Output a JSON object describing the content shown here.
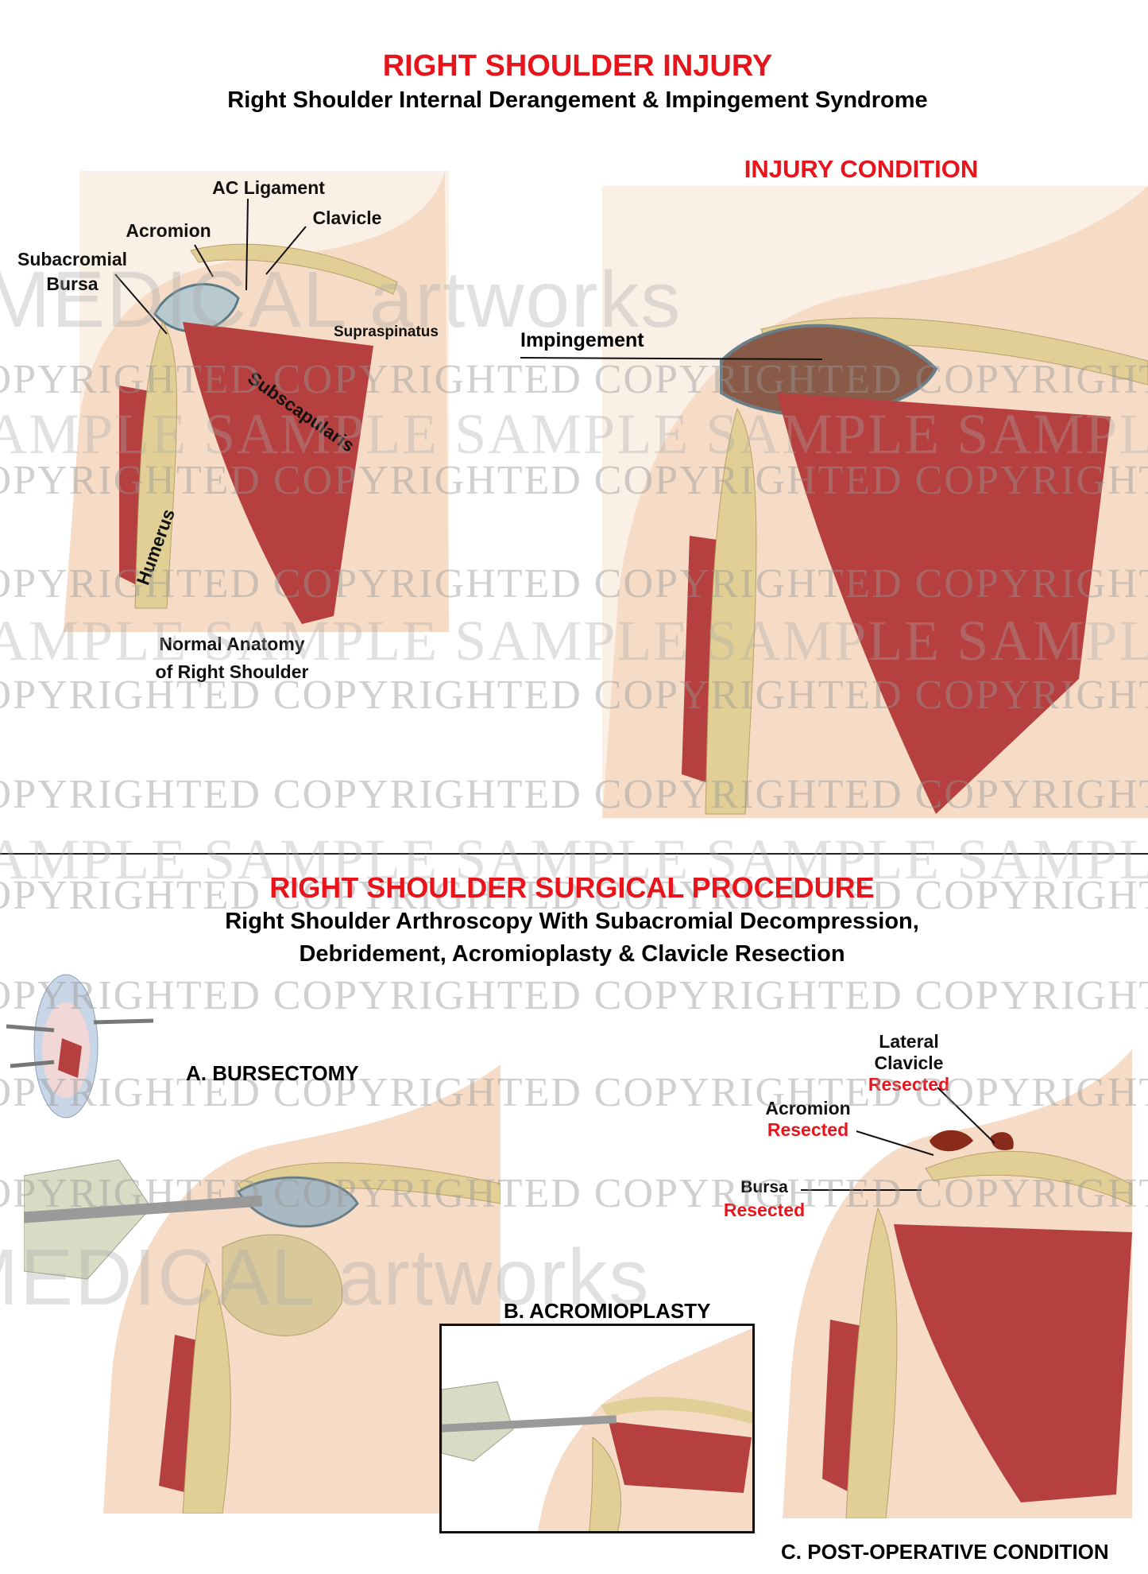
{
  "injury": {
    "title": "RIGHT SHOULDER INJURY",
    "subtitle": "Right Shoulder Internal Derangement & Impingement Syndrome",
    "condition_heading": "INJURY CONDITION",
    "normal_labels": {
      "ac_ligament": "AC Ligament",
      "clavicle": "Clavicle",
      "acromion": "Acromion",
      "subacromial": "Subacromial",
      "bursa": "Bursa",
      "supraspinatus": "Supraspinatus",
      "subscapularis": "Subscapularis",
      "humerus": "Humerus",
      "caption_line1": "Normal Anatomy",
      "caption_line2": "of Right Shoulder"
    },
    "impingement_label": "Impingement"
  },
  "procedure": {
    "title": "RIGHT SHOULDER SURGICAL PROCEDURE",
    "subtitle_line1": "Right Shoulder Arthroscopy With Subacromial Decompression,",
    "subtitle_line2": "Debridement, Acromioplasty & Clavicle Resection",
    "step_a": "A.  BURSECTOMY",
    "step_b": "B.  ACROMIOPLASTY",
    "step_c": "C. POST-OPERATIVE CONDITION",
    "post_labels": {
      "lateral": "Lateral",
      "clavicle": "Clavicle",
      "resected1": "Resected",
      "acromion": "Acromion",
      "resected2": "Resected",
      "bursa": "Bursa",
      "resected3": "Resected"
    }
  },
  "watermark": {
    "copyrighted": "COPYRIGHTED   COPYRIGHTED   COPYRIGHTED   COPYRIGHTED   COPYRIGHTED",
    "sample": "SAMPLE   SAMPLE   SAMPLE   SAMPLE   SAMPLE",
    "brand": "MEDICAL artworks"
  },
  "colors": {
    "title_red": "#e8141c",
    "muscle": "#b5403f",
    "bone": "#e2cf96",
    "skin": "#f6dcc6"
  }
}
